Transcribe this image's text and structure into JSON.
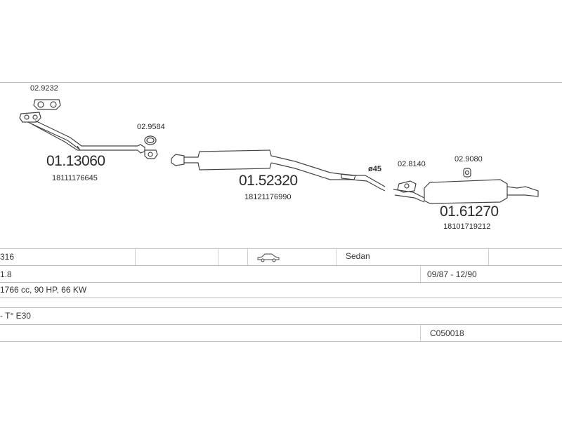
{
  "parts": {
    "gasket_front": "02.9232",
    "front_pipe_code": "01.13060",
    "front_pipe_oem": "18111176645",
    "ring_front": "02.9584",
    "middle_silencer_code": "01.52320",
    "middle_silencer_oem": "18121176990",
    "diameter": "ø45",
    "clamp_rear": "02.8140",
    "rubber_rear": "02.9080",
    "rear_silencer_code": "01.61270",
    "rear_silencer_oem": "18101719212"
  },
  "vehicle": {
    "model": "316",
    "body_type": "Sedan",
    "engine_size": "1.8",
    "production": "09/87 - 12/90",
    "engine_spec": "1766 cc, 90 HP, 66 KW",
    "type": "- T° E30",
    "catalog_code": "C050018",
    "car_icon": "sedan-car-icon"
  },
  "colors": {
    "line": "#444444",
    "grid": "#bdbdbd"
  }
}
